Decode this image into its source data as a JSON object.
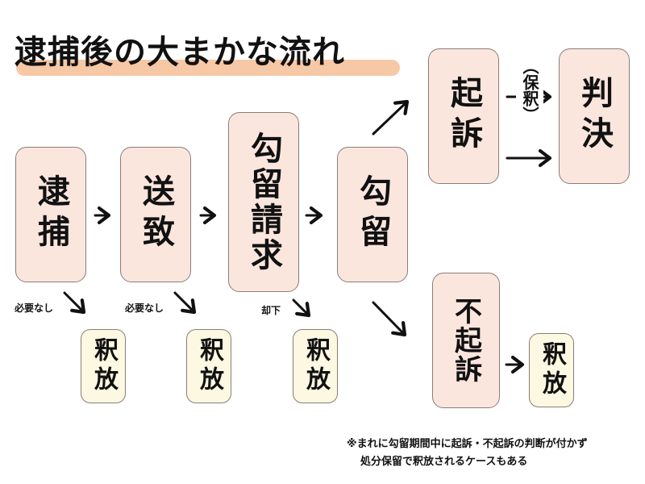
{
  "title": "逮捕後の大まかな流れ",
  "colors": {
    "stage_fill": "#fbe6de",
    "release_fill": "#fcf8e1",
    "title_highlight": "#f7c8a6",
    "border": "#8a7d78"
  },
  "stages": {
    "arrest": "逮捕",
    "referral": "送致",
    "detention_request": "勾留請求",
    "detention": "勾留",
    "indictment": "起訴",
    "judgment": "判決",
    "non_indictment": "不起訴"
  },
  "releases": [
    "釈放",
    "釈放",
    "釈放",
    "釈放"
  ],
  "bail_label": "（保釈）",
  "branch_labels": {
    "after_arrest": "必要なし",
    "after_referral": "必要なし",
    "after_detention_request": "却下"
  },
  "footnote": {
    "line1": "※まれに勾留期間中に起訴・不起訴の判断が付かず",
    "line2": "処分保留で釈放されるケースもある"
  }
}
